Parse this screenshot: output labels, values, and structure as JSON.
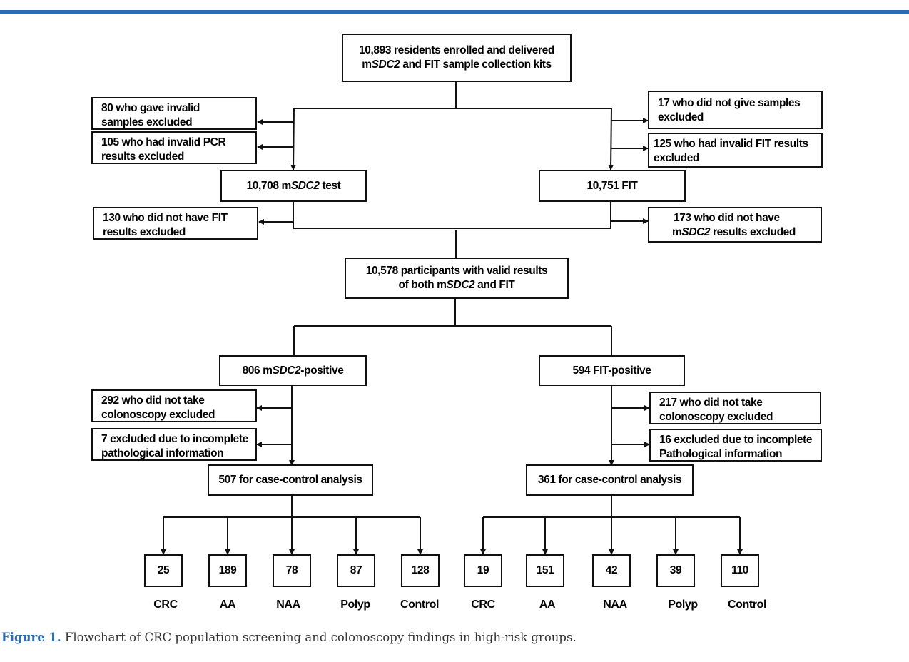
{
  "accent_color": "#2a6db3",
  "nodes": {
    "enrolled": {
      "line1": "10,893 residents enrolled and delivered",
      "line2_pre": "m",
      "line2_em": "SDC2",
      "line2_post": " and FIT sample collection kits"
    },
    "invalid_samples": {
      "line1": "80 who gave invalid",
      "line2": "samples excluded"
    },
    "invalid_pcr": {
      "line1": "105 who had invalid PCR",
      "line2": "results excluded"
    },
    "no_samples": {
      "line1": "17 who did not give samples",
      "line2": "excluded"
    },
    "invalid_fit": {
      "line1": "125 who had invalid FIT results",
      "line2": "excluded"
    },
    "msdc2_test": {
      "pre": "10,708 m",
      "em": "SDC2",
      "post": " test"
    },
    "fit_test": {
      "text": "10,751 FIT"
    },
    "no_fit": {
      "line1": "130 who did not have FIT",
      "line2": "results excluded"
    },
    "no_msdc2": {
      "line1": "173 who did not have",
      "line2_pre": "m",
      "line2_em": "SDC2",
      "line2_post": " results excluded"
    },
    "valid_both": {
      "line1": "10,578 participants with valid results",
      "line2_pre": "of both m",
      "line2_em": "SDC2",
      "line2_post": " and FIT"
    },
    "msdc2_pos": {
      "pre": "806 m",
      "em": "SDC2",
      "post": "-positive"
    },
    "fit_pos": {
      "text": "594 FIT-positive"
    },
    "no_colo_left": {
      "line1": "292 who did not take",
      "line2": "colonoscopy excluded"
    },
    "incomplete_left": {
      "line1": "7 excluded due to incomplete",
      "line2": "pathological information"
    },
    "no_colo_right": {
      "line1": "217 who did not take",
      "line2": "colonoscopy excluded"
    },
    "incomplete_right": {
      "line1": "16 excluded due to incomplete",
      "line2": "Pathological information"
    },
    "case_left": {
      "text": "507 for case-control analysis"
    },
    "case_right": {
      "text": "361 for case-control analysis"
    }
  },
  "outcomes_left": [
    {
      "value": "25",
      "label": "CRC"
    },
    {
      "value": "189",
      "label": "AA"
    },
    {
      "value": "78",
      "label": "NAA"
    },
    {
      "value": "87",
      "label": "Polyp"
    },
    {
      "value": "128",
      "label": "Control"
    }
  ],
  "outcomes_right": [
    {
      "value": "19",
      "label": "CRC"
    },
    {
      "value": "151",
      "label": "AA"
    },
    {
      "value": "42",
      "label": "NAA"
    },
    {
      "value": "39",
      "label": "Polyp"
    },
    {
      "value": "110",
      "label": "Control"
    }
  ],
  "caption": {
    "figure": "Figure 1.",
    "text": " Flowchart of CRC population screening and colonoscopy findings in high-risk groups."
  }
}
